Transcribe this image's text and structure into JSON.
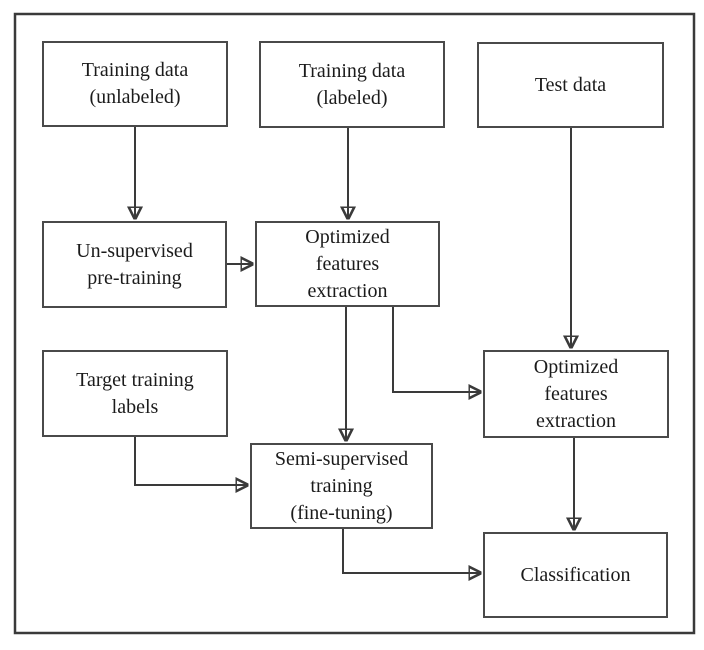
{
  "figure": {
    "boxes": [
      {
        "id": "training-data-unlabeled",
        "label": "Training data\n(unlabeled)"
      },
      {
        "id": "training-data-labeled",
        "label": "Training data\n(labeled)"
      },
      {
        "id": "test-data",
        "label": "Test data"
      },
      {
        "id": "unsupervised-pretraining",
        "label": "Un-supervised\npre-training"
      },
      {
        "id": "optimized-features-extraction-train",
        "label": "Optimized\nfeatures\nextraction"
      },
      {
        "id": "target-training-labels",
        "label": "Target training\nlabels"
      },
      {
        "id": "optimized-features-extraction-test",
        "label": "Optimized\nfeatures\nextraction"
      },
      {
        "id": "semi-supervised-training",
        "label": "Semi-supervised\ntraining\n(fine-tuning)"
      },
      {
        "id": "classification",
        "label": "Classification"
      }
    ],
    "edges": [
      {
        "from": "training-data-unlabeled",
        "to": "unsupervised-pretraining"
      },
      {
        "from": "training-data-labeled",
        "to": "optimized-features-extraction-train"
      },
      {
        "from": "test-data",
        "to": "optimized-features-extraction-test"
      },
      {
        "from": "unsupervised-pretraining",
        "to": "optimized-features-extraction-train"
      },
      {
        "from": "optimized-features-extraction-train",
        "to": "semi-supervised-training"
      },
      {
        "from": "optimized-features-extraction-train",
        "to": "optimized-features-extraction-test"
      },
      {
        "from": "target-training-labels",
        "to": "semi-supervised-training"
      },
      {
        "from": "optimized-features-extraction-test",
        "to": "classification"
      },
      {
        "from": "semi-supervised-training",
        "to": "classification"
      }
    ]
  },
  "palette": {
    "background": "#ffffff",
    "line-color": "#3a3a3a",
    "box-border-color": "#4a4a4a",
    "text-color": "#1b1b1b",
    "arrowhead-color": "#1a1a1a"
  }
}
